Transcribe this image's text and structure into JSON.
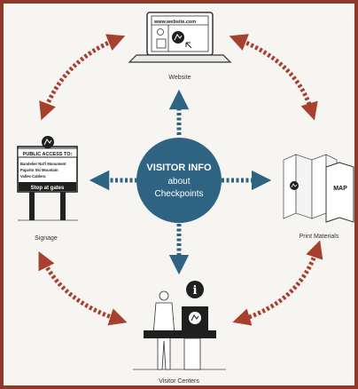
{
  "center": {
    "title": "VISITOR INFO",
    "line2": "about",
    "line3": "Checkpoints"
  },
  "website": {
    "label": "Website",
    "url": "www.website.com"
  },
  "print": {
    "label": "Print Materials",
    "map_text": "MAP"
  },
  "signage": {
    "label": "Signage",
    "header": "PUBLIC ACCESS TO:",
    "items": [
      "Bandelier Nat'l Monument",
      "Pajarito Ski Mountain",
      "Valles Caldera"
    ],
    "footer": "Stop at gates"
  },
  "visitor_centers": {
    "label": "Visitor Centers",
    "info_glyph": "i"
  },
  "colors": {
    "border": "#8e3a2b",
    "center_fill": "#2e6482",
    "dotted_arrow": "#2e6482",
    "curved_arrow": "#a8402f"
  }
}
